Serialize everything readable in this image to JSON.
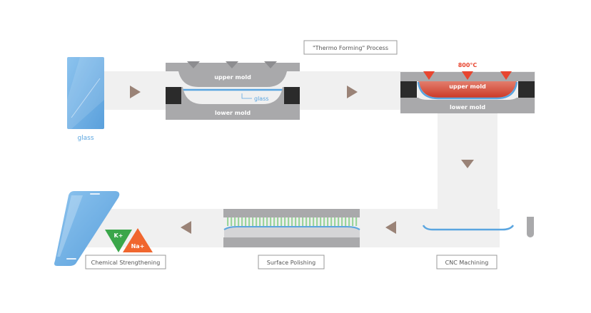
{
  "labels": {
    "process_title": "\"Thermo Forming\" Process",
    "glass": "glass",
    "upper_mold": "upper mold",
    "lower_mold": "lower mold",
    "glass_inline": "glass",
    "temperature": "800°C",
    "cnc": "CNC Machining",
    "polishing": "Surface Polishing",
    "chemical": "Chemical Strengthening",
    "ion_k": "K+",
    "ion_na": "Na+"
  },
  "colors": {
    "band": "#f0f0f0",
    "mold_gray": "#a9a9ab",
    "mold_dark": "#2b2b2b",
    "arrow_brown": "#9a8377",
    "glass_blue": "#5aa5e0",
    "heat_red": "#e8452f",
    "ion_green": "#3aa64a",
    "ion_orange": "#f0662e",
    "polish_green": "#9bd59b",
    "label_border": "#999999",
    "label_text": "#555555"
  }
}
